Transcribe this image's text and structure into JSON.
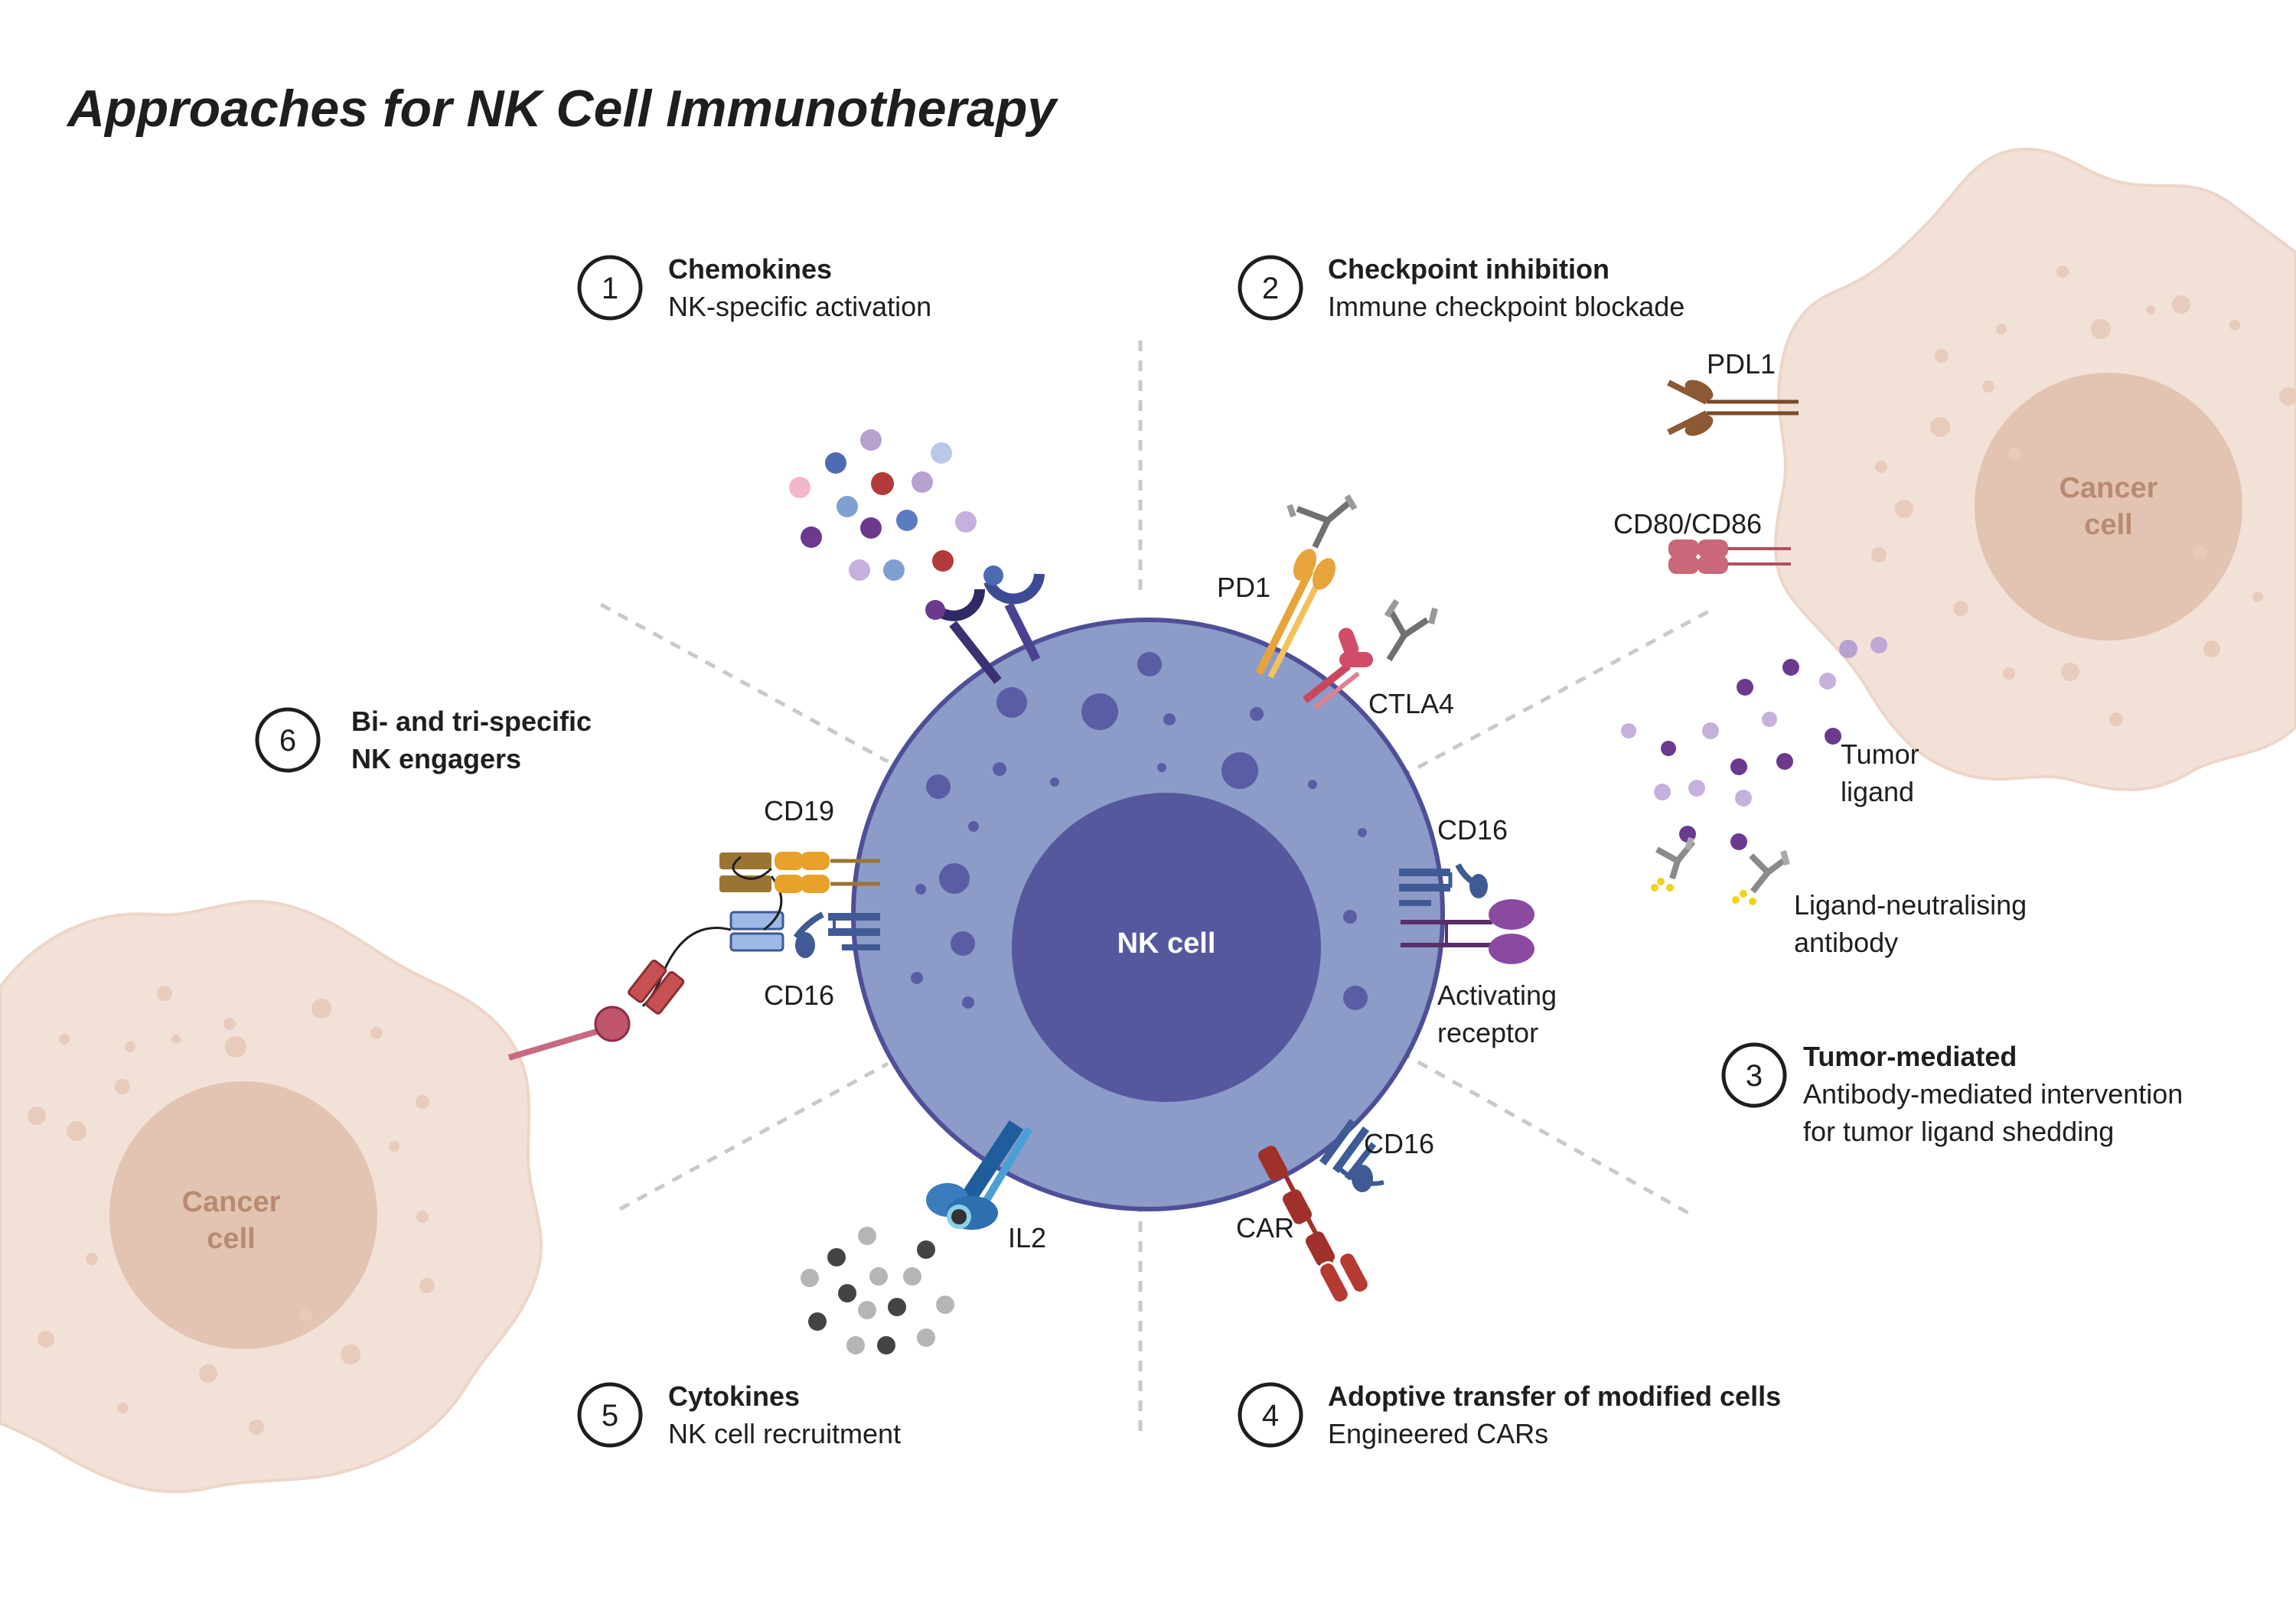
{
  "title": "Approaches for NK Cell Immunotherapy",
  "sections": [
    {
      "number": "1",
      "heading": "Chemokines",
      "subtitle": "NK-specific activation"
    },
    {
      "number": "2",
      "heading": "Checkpoint inhibition",
      "subtitle": "Immune checkpoint blockade"
    },
    {
      "number": "3",
      "heading": "Tumor-mediated",
      "subtitle": [
        "Antibody-mediated intervention",
        "for tumor ligand shedding"
      ]
    },
    {
      "number": "4",
      "heading": "Adoptive transfer of modified cells",
      "subtitle": "Engineered CARs"
    },
    {
      "number": "5",
      "heading": "Cytokines",
      "subtitle": "NK cell recruitment"
    },
    {
      "number": "6",
      "heading": [
        "Bi- and tri-specific",
        "NK engagers"
      ],
      "subtitle": ""
    }
  ],
  "cells": {
    "nk_cell": "NK cell",
    "cancer_cell_right": [
      "Cancer",
      "cell"
    ],
    "cancer_cell_left": [
      "Cancer",
      "cell"
    ]
  },
  "labels": {
    "pdl1": "PDL1",
    "cd80_cd86": "CD80/CD86",
    "pd1": "PD1",
    "ctla4": "CTLA4",
    "tumor_ligand": [
      "Tumor",
      "ligand"
    ],
    "ligand_neutralising_antibody": [
      "Ligand-neutralising",
      "antibody"
    ],
    "cd16_right": "CD16",
    "activating_receptor": [
      "Activating",
      "receptor"
    ],
    "cd16_bottom": "CD16",
    "car": "CAR",
    "il2": "IL2",
    "cd19": "CD19",
    "cd16_left": "CD16"
  },
  "colors": {
    "nk_cytoplasm": "#8c9bc8",
    "nk_nucleus": "#56589e",
    "nk_border": "#4e4f97",
    "cancer_body": "#f2e1d7",
    "cancer_nucleus": "#e3c3b2",
    "divider": "#c9c9c9"
  }
}
